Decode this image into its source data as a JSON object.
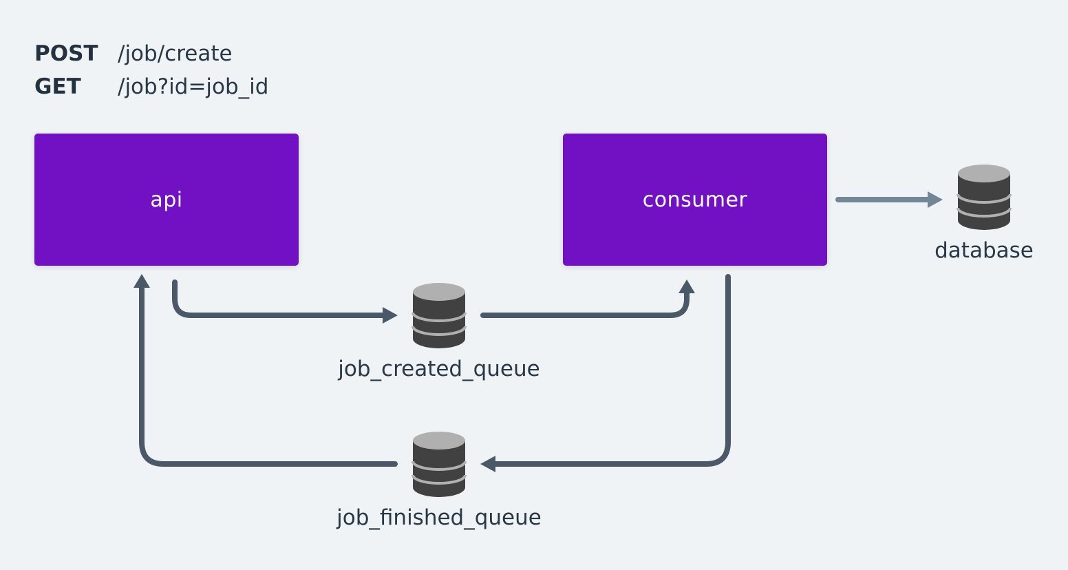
{
  "endpoints": [
    {
      "method": "POST",
      "path": "/job/create"
    },
    {
      "method": "GET",
      "path": "/job?id=job_id"
    }
  ],
  "services": {
    "api": {
      "label": "api"
    },
    "consumer": {
      "label": "consumer"
    }
  },
  "queues": {
    "created": {
      "label": "job_created_queue",
      "icon": "database-cylinder-icon"
    },
    "finished": {
      "label": "job_finished_queue",
      "icon": "database-cylinder-icon"
    }
  },
  "storage": {
    "database": {
      "label": "database",
      "icon": "database-cylinder-icon"
    }
  },
  "colors": {
    "background": "#eff3f6",
    "service_fill": "#7210c4",
    "service_text": "#ffffff",
    "flow_arrow": "#4a5868",
    "storage_arrow": "#738696",
    "db_top": "#b0b0b0",
    "db_body": "#414141",
    "text": "#2a3745"
  }
}
